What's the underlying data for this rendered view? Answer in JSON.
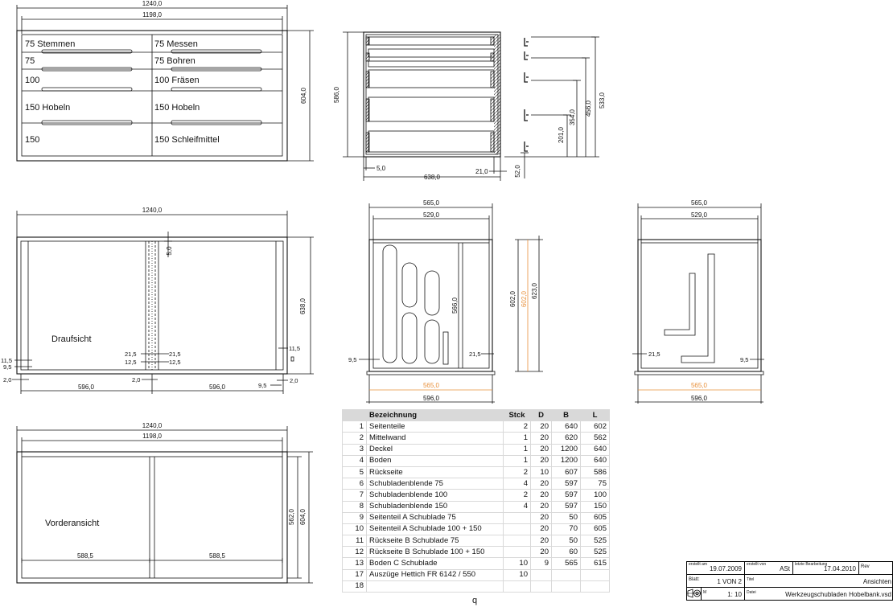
{
  "views": {
    "top_left": {
      "dims": {
        "outer_width": "1240,0",
        "inner_width": "1198,0",
        "height": "604,0"
      },
      "drawers_left": [
        "75 Stemmen",
        "75",
        "100",
        "150 Hobeln",
        "150"
      ],
      "drawers_right": [
        "75 Messen",
        "75 Bohren",
        "100 Fräsen",
        "150 Hobeln",
        "150 Schleifmittel"
      ]
    },
    "side_section": {
      "dims": {
        "height_total": "586,0",
        "depth": "638,0",
        "front_offset": "5,0",
        "back_offset": "21,0",
        "plinth": "52,0",
        "h1": "201,0",
        "h2": "354,0",
        "h3": "456,0",
        "h4": "533,0"
      }
    },
    "plan": {
      "label": "Draufsicht",
      "dims": {
        "width": "1240,0",
        "depth": "638,0",
        "top_gap": "5,0",
        "left_11": "11,5",
        "left_9": "9,5",
        "right_11": "11,5",
        "mid_21a": "21,5",
        "mid_21b": "21,5",
        "mid_12a": "12,5",
        "mid_12b": "12,5",
        "bottom_left_2": "2,0",
        "bottom_mid_2": "2,0",
        "bottom_right_2": "2,0",
        "bottom_right_9": "9,5",
        "bay_left": "596,0",
        "bay_right": "596,0"
      }
    },
    "drawer_mid": {
      "dims": {
        "top_outer": "565,0",
        "top_inner": "529,0",
        "h_inner": "566,0",
        "h602": "602,0",
        "h602_orange": "602,0",
        "h623": "623,0",
        "left_9": "9,5",
        "right_21": "21,5",
        "bottom_orange": "565,0",
        "bottom": "596,0"
      }
    },
    "drawer_right": {
      "dims": {
        "top_outer": "565,0",
        "top_inner": "529,0",
        "left_21": "21,5",
        "right_9": "9,5",
        "bottom_orange": "565,0",
        "bottom": "596,0"
      }
    },
    "front": {
      "label": "Vorderansicht",
      "dims": {
        "outer_width": "1240,0",
        "inner_width": "1198,0",
        "h_inner": "562,0",
        "h_outer": "604,0",
        "bay_left": "588,5",
        "bay_right": "588,5"
      }
    }
  },
  "parts_table": {
    "headers": [
      "Bezeichnung",
      "Stck",
      "D",
      "B",
      "L"
    ],
    "rows": [
      {
        "nr": "1",
        "name": "Seitenteile",
        "qty": "2",
        "d": "20",
        "b": "640",
        "l": "602"
      },
      {
        "nr": "2",
        "name": "Mittelwand",
        "qty": "1",
        "d": "20",
        "b": "620",
        "l": "562"
      },
      {
        "nr": "3",
        "name": "Deckel",
        "qty": "1",
        "d": "20",
        "b": "1200",
        "l": "640"
      },
      {
        "nr": "4",
        "name": "Boden",
        "qty": "1",
        "d": "20",
        "b": "1200",
        "l": "640"
      },
      {
        "nr": "5",
        "name": "Rückseite",
        "qty": "2",
        "d": "10",
        "b": "607",
        "l": "586"
      },
      {
        "nr": "6",
        "name": "Schubladenblende 75",
        "qty": "4",
        "d": "20",
        "b": "597",
        "l": "75"
      },
      {
        "nr": "7",
        "name": "Schubladenblende 100",
        "qty": "2",
        "d": "20",
        "b": "597",
        "l": "100"
      },
      {
        "nr": "8",
        "name": "Schubladenblende 150",
        "qty": "4",
        "d": "20",
        "b": "597",
        "l": "150"
      },
      {
        "nr": "9",
        "name": "Seitenteil A Schublade 75",
        "qty": "",
        "d": "20",
        "b": "50",
        "l": "605"
      },
      {
        "nr": "10",
        "name": "Seitenteil A Schublade 100 + 150",
        "qty": "",
        "d": "20",
        "b": "70",
        "l": "605"
      },
      {
        "nr": "11",
        "name": "Rückseite B Schublade 75",
        "qty": "",
        "d": "20",
        "b": "50",
        "l": "525"
      },
      {
        "nr": "12",
        "name": "Rückseite B Schublade 100 + 150",
        "qty": "",
        "d": "20",
        "b": "60",
        "l": "525"
      },
      {
        "nr": "13",
        "name": "Boden C Schublade",
        "qty": "10",
        "d": "9",
        "b": "565",
        "l": "615"
      },
      {
        "nr": "17",
        "name": "Auszüge Hettich  FR 6142 / 550",
        "qty": "10",
        "d": "",
        "b": "",
        "l": ""
      },
      {
        "nr": "18",
        "name": "",
        "qty": "",
        "d": "",
        "b": "",
        "l": ""
      }
    ]
  },
  "title_block": {
    "created_label": "erstellt am",
    "created_date": "19.07.2009",
    "created_by_label": "erstellt von",
    "created_by": "ASt",
    "last_edit_label": "letzte Bearbeitung",
    "last_edit_date": "17.04.2010",
    "rev_label": "Rev",
    "sheet_label": "Blatt:",
    "sheet_value": "1 VON 2",
    "title_label": "Titel",
    "title_value": "Ansichten",
    "scale_label": "M",
    "scale_value": "1: 10",
    "file_label": "Datei",
    "file_value": "Werkzeugschubladen Hobelbank.vsd"
  },
  "page_number": "q",
  "colors": {
    "line": "#111111",
    "orange": "#e8903a",
    "grid": "#d9d9d9"
  }
}
